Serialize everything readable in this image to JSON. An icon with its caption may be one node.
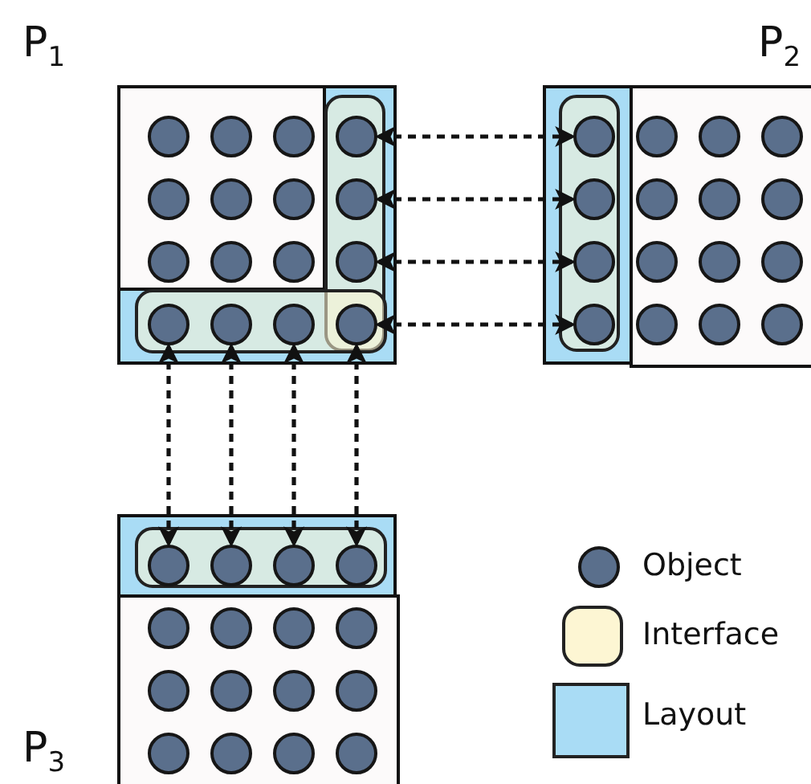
{
  "diagram": {
    "nodes": [
      {
        "text": [
          "P$_{1}$"
        ]
      },
      {
        "text": [],
        "shape": "circle",
        "in": 0
      },
      {
        "text": [],
        "shape": "circle",
        "in": 0
      },
      {
        "text": [],
        "shape": "circle",
        "in": 0
      },
      {
        "text": [],
        "shape": "circle",
        "in": 0
      },
      {
        "text": [],
        "shape": "circle",
        "in": 0
      },
      {
        "text": [],
        "shape": "circle",
        "in": 0
      },
      {
        "text": [],
        "shape": "circle",
        "in": 0
      },
      {
        "text": [],
        "shape": "circle",
        "in": 0
      },
      {
        "text": [],
        "shape": "circle",
        "in": 0
      },
      {
        "text": [],
        "shape": "circle",
        "in": 0
      },
      {
        "text": [],
        "shape": "circle",
        "in": 0
      },
      {
        "text": [],
        "shape": "circle",
        "in": 0
      },
      {
        "text": [],
        "shape": "circle",
        "in": 0
      },
      {
        "text": [],
        "shape": "circle",
        "in": 0
      },
      {
        "text": [],
        "shape": "circle",
        "in": 0
      },
      {
        "text": [],
        "shape": "circle",
        "in": 0
      },
      {
        "text": [
          "P$_{2}$"
        ]
      },
      {
        "text": [],
        "shape": "circle",
        "in": 17
      },
      {
        "text": [],
        "shape": "circle",
        "in": 17
      },
      {
        "text": [],
        "shape": "circle",
        "in": 17
      },
      {
        "text": [],
        "shape": "circle",
        "in": 17
      },
      {
        "text": [],
        "shape": "circle",
        "in": 17
      },
      {
        "text": [],
        "shape": "circle",
        "in": 17
      },
      {
        "text": [],
        "shape": "circle",
        "in": 17
      },
      {
        "text": [],
        "shape": "circle",
        "in": 17
      },
      {
        "text": [],
        "shape": "circle",
        "in": 17
      },
      {
        "text": [],
        "shape": "circle",
        "in": 17
      },
      {
        "text": [],
        "shape": "circle",
        "in": 17
      },
      {
        "text": [],
        "shape": "circle",
        "in": 17
      },
      {
        "text": [],
        "shape": "circle",
        "in": 17
      },
      {
        "text": [],
        "shape": "circle",
        "in": 17
      },
      {
        "text": [],
        "shape": "circle",
        "in": 17
      },
      {
        "text": [],
        "shape": "circle",
        "in": 17
      },
      {
        "text": [
          "P$_{3}$"
        ]
      },
      {
        "text": [],
        "shape": "circle",
        "in": 34
      },
      {
        "text": [],
        "shape": "circle",
        "in": 34
      },
      {
        "text": [],
        "shape": "circle",
        "in": 34
      },
      {
        "text": [],
        "shape": "circle",
        "in": 34
      },
      {
        "text": [],
        "shape": "circle",
        "in": 34
      },
      {
        "text": [],
        "shape": "circle",
        "in": 34
      },
      {
        "text": [],
        "shape": "circle",
        "in": 34
      },
      {
        "text": [],
        "shape": "circle",
        "in": 34
      },
      {
        "text": [],
        "shape": "circle",
        "in": 34
      },
      {
        "text": [],
        "shape": "circle",
        "in": 34
      },
      {
        "text": [],
        "shape": "circle",
        "in": 34
      },
      {
        "text": [],
        "shape": "circle",
        "in": 34
      },
      {
        "text": [],
        "shape": "circle",
        "in": 34
      },
      {
        "text": [],
        "shape": "circle",
        "in": 34
      },
      {
        "text": [],
        "shape": "circle",
        "in": 34
      },
      {
        "text": [],
        "shape": "circle",
        "in": 34
      }
    ],
    "edges": [
      {
        "from": 4,
        "to": 18,
        "arrow": "both",
        "style": "dashed"
      },
      {
        "from": 8,
        "to": 22,
        "arrow": "both",
        "style": "dashed"
      },
      {
        "from": 12,
        "to": 26,
        "arrow": "both",
        "style": "dashed"
      },
      {
        "from": 16,
        "to": 30,
        "arrow": "both",
        "style": "dashed"
      },
      {
        "from": 13,
        "to": 35,
        "arrow": "both",
        "style": "dashed"
      },
      {
        "from": 14,
        "to": 36,
        "arrow": "both",
        "style": "dashed"
      },
      {
        "from": 15,
        "to": 37,
        "arrow": "both",
        "style": "dashed"
      },
      {
        "from": 16,
        "to": 38,
        "arrow": "both",
        "style": "dashed"
      }
    ],
    "legend": [
      {
        "text": "Object"
      },
      {
        "text": "Interface",
        "color": "#fdf6d3"
      },
      {
        "text": "Layout",
        "color": "#a9dcf5"
      }
    ]
  }
}
